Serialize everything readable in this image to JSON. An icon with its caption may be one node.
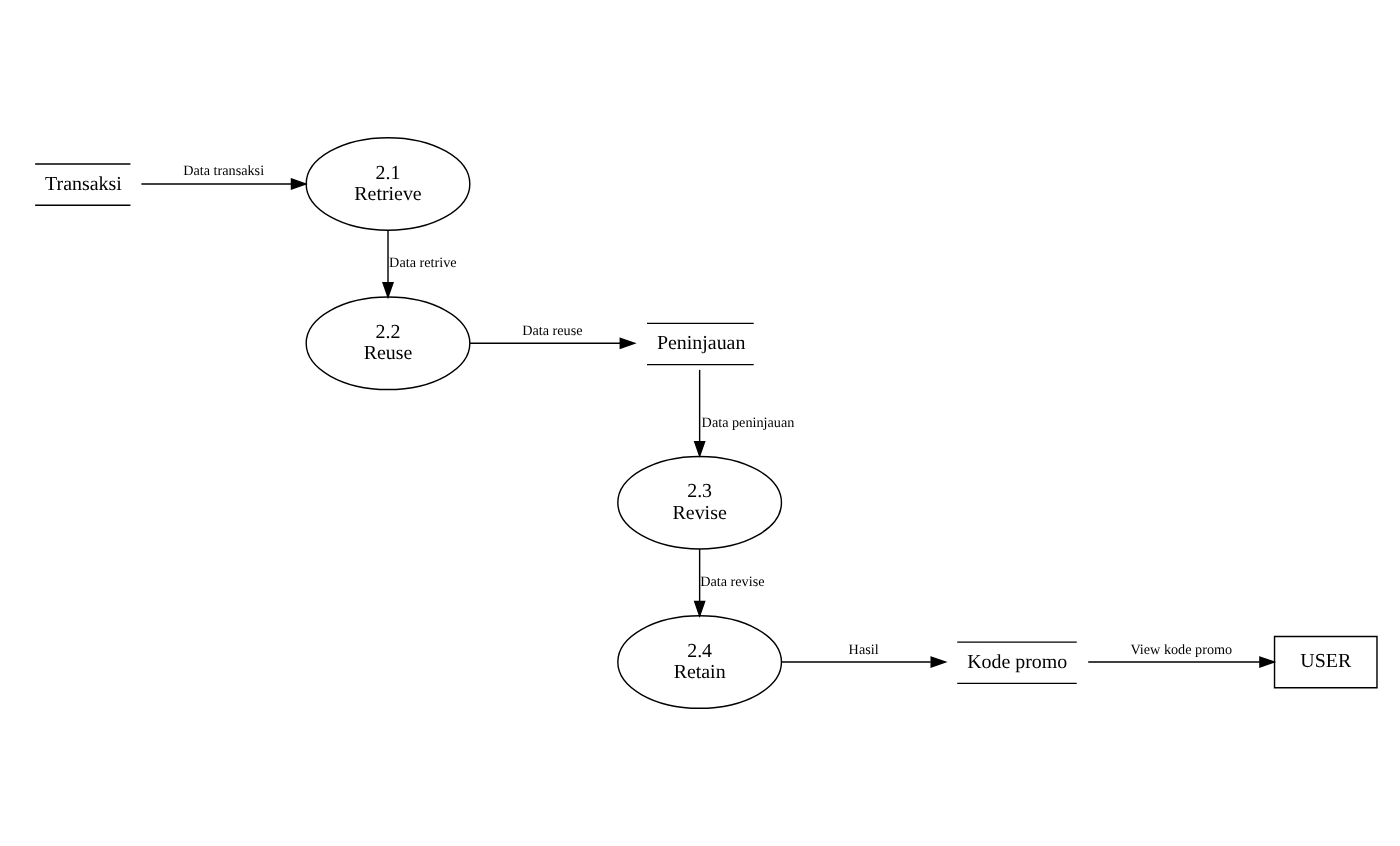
{
  "diagram": {
    "nodes": [
      {
        "text": [
          "Transaksi"
        ]
      },
      {
        "text": [
          "2.1",
          "Retrieve"
        ]
      },
      {
        "text": [
          "2.2",
          "Reuse"
        ]
      },
      {
        "text": [
          "Peninjauan"
        ]
      },
      {
        "text": [
          "2.3",
          "Revise"
        ]
      },
      {
        "text": [
          "2.4",
          "Retain"
        ]
      },
      {
        "text": [
          "Kode promo"
        ]
      },
      {
        "text": [
          "USER"
        ]
      }
    ],
    "edges": [
      {
        "from": 0,
        "to": 1,
        "arrow": "to",
        "label": "Data transaksi"
      },
      {
        "from": 1,
        "to": 2,
        "arrow": "to",
        "label": "Data retrive"
      },
      {
        "from": 2,
        "to": 3,
        "arrow": "to",
        "label": "Data reuse"
      },
      {
        "from": 3,
        "to": 4,
        "arrow": "to",
        "label": "Data peninjauan"
      },
      {
        "from": 4,
        "to": 5,
        "arrow": "to",
        "label": "Data revise"
      },
      {
        "from": 5,
        "to": 6,
        "arrow": "to",
        "label": "Hasil"
      },
      {
        "from": 6,
        "to": 7,
        "arrow": "to",
        "label": "View kode promo"
      }
    ]
  }
}
